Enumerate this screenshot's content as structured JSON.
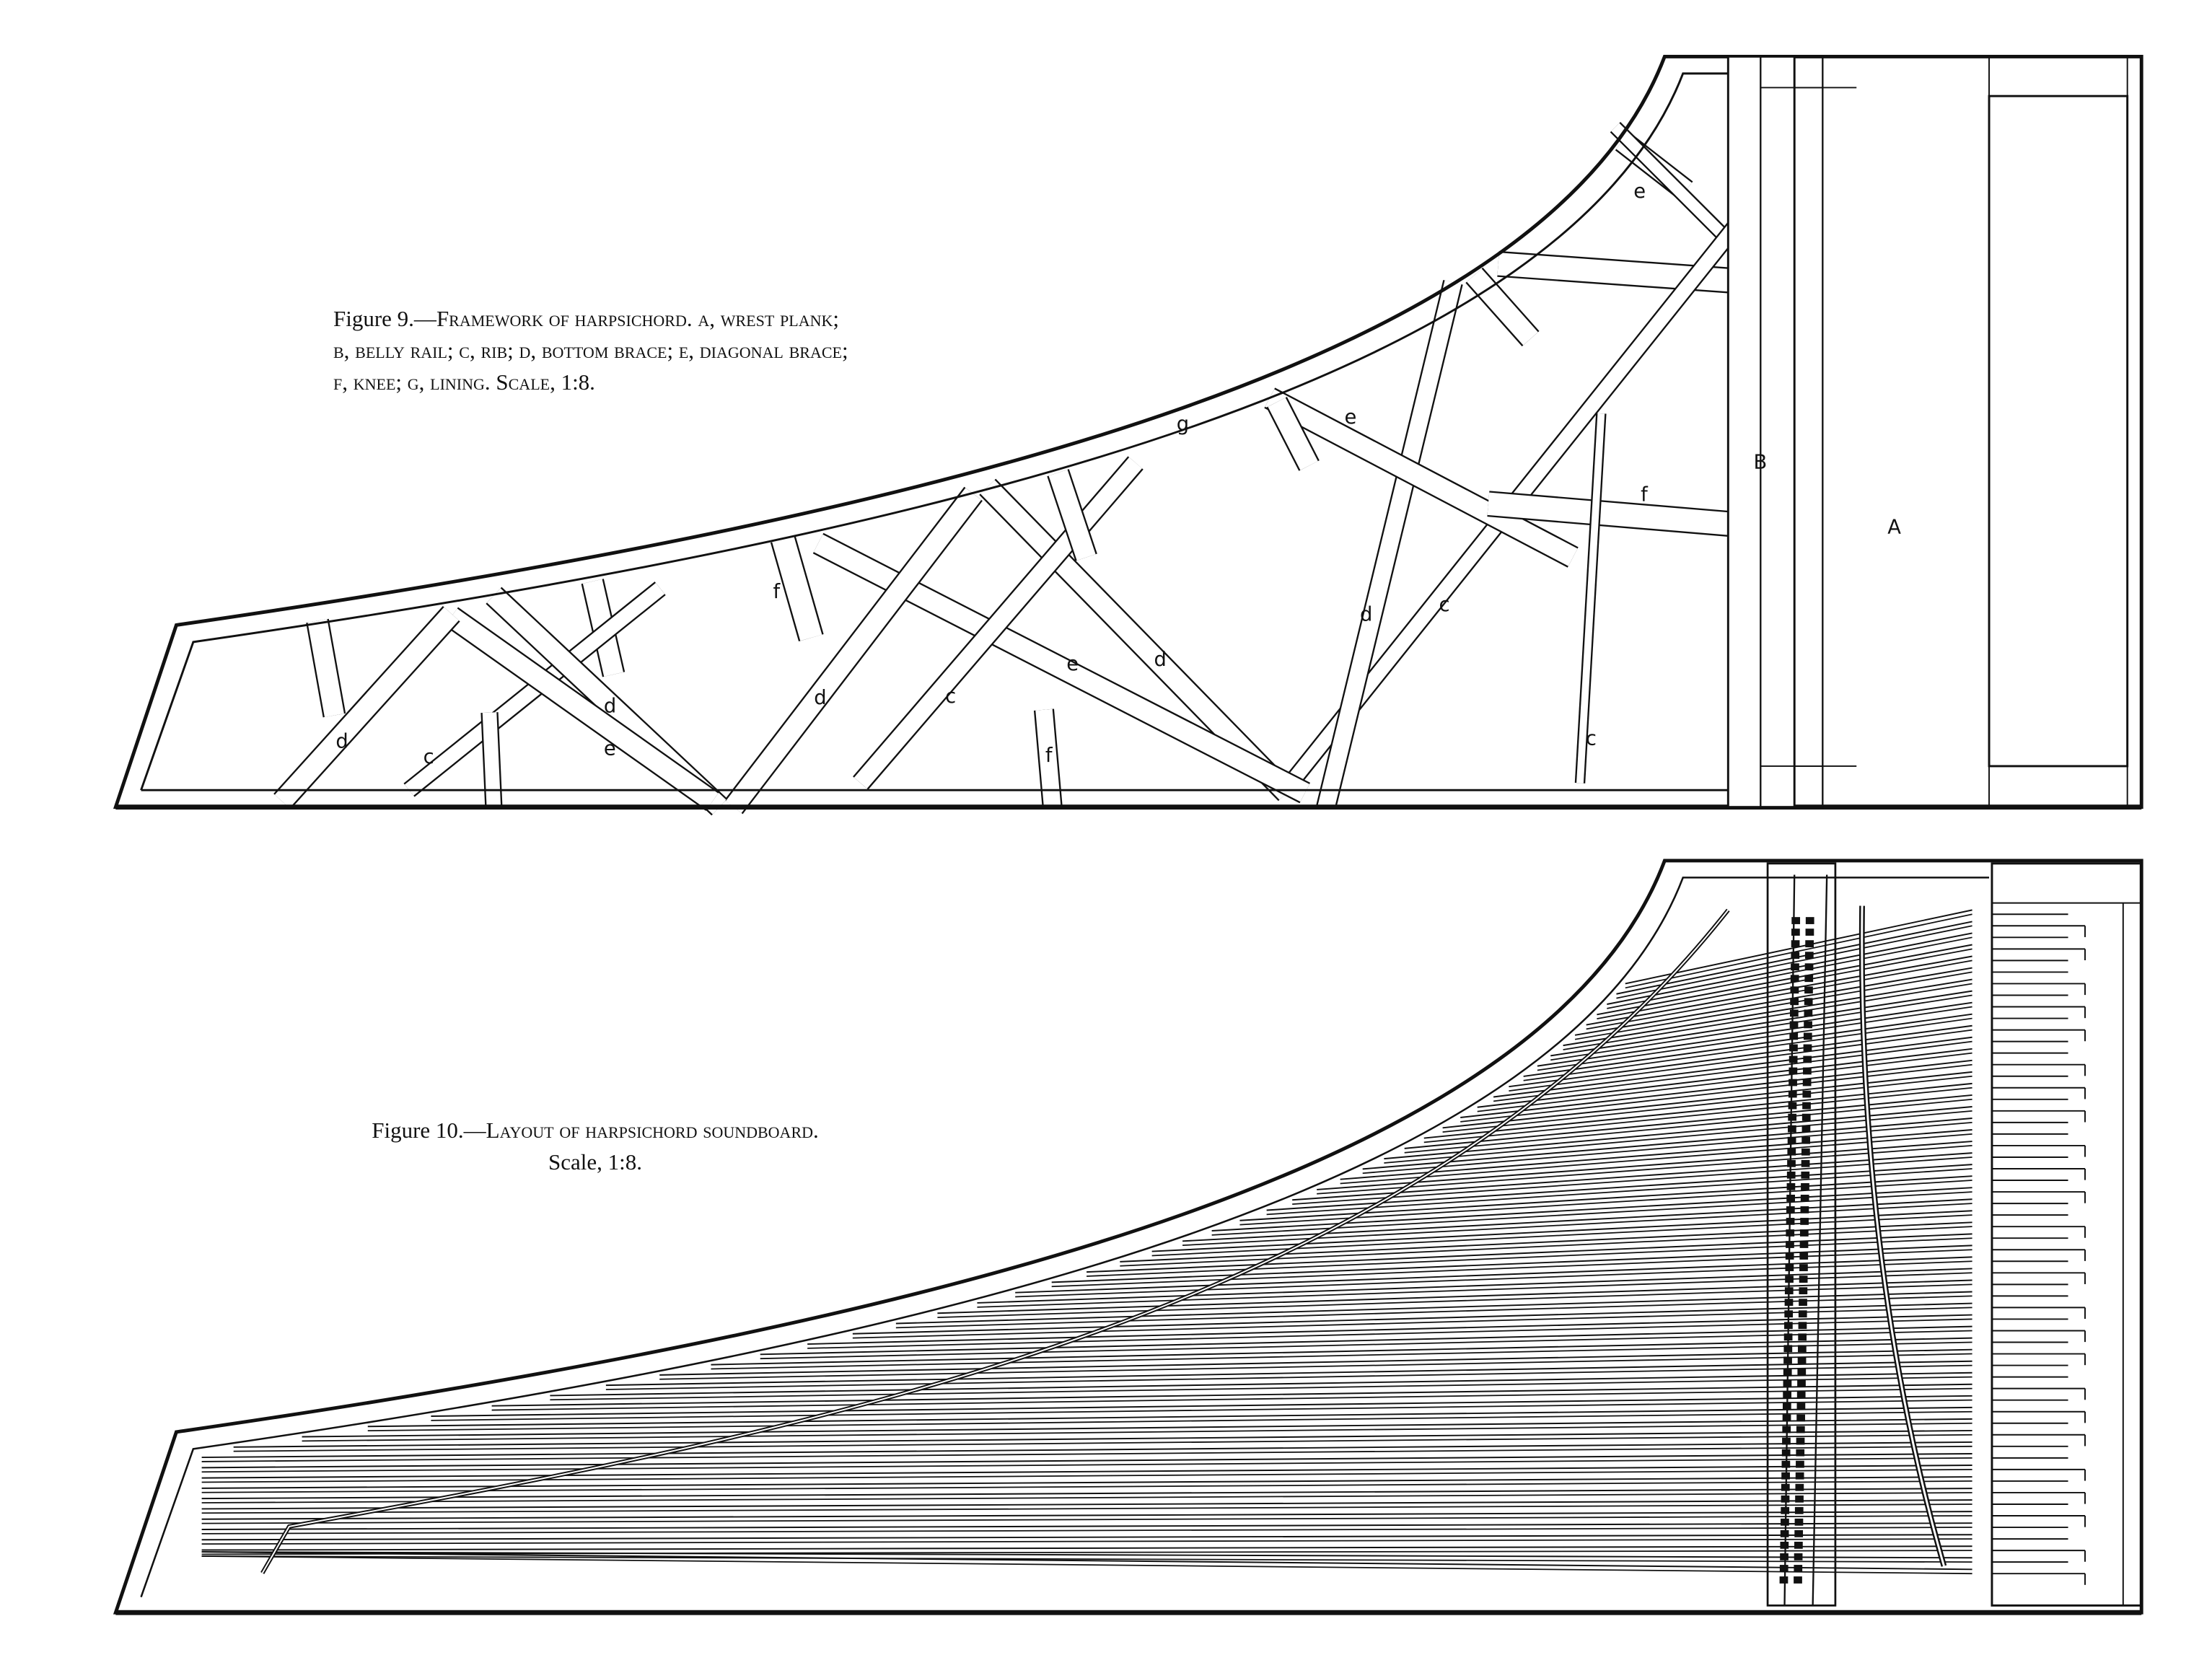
{
  "figure9": {
    "caption_lead": "Figure 9.—",
    "caption_title": "Framework of harpsichord.",
    "caption_legend_1": "a, wrest plank;",
    "caption_legend_2": "b, belly rail; c, rib; d, bottom brace; e, diagonal brace;",
    "caption_legend_3": "f, knee; g, lining.  Scale, 1:8.",
    "labels": [
      "e",
      "g",
      "e",
      "f",
      "B",
      "A",
      "d",
      "c",
      "f",
      "d",
      "e",
      "d",
      "d",
      "c",
      "d",
      "c",
      "e",
      "f",
      "c"
    ]
  },
  "figure10": {
    "caption_lead": "Figure 10.—",
    "caption_title": "Layout of harpsichord soundboard.",
    "caption_scale": "Scale, 1:8."
  }
}
